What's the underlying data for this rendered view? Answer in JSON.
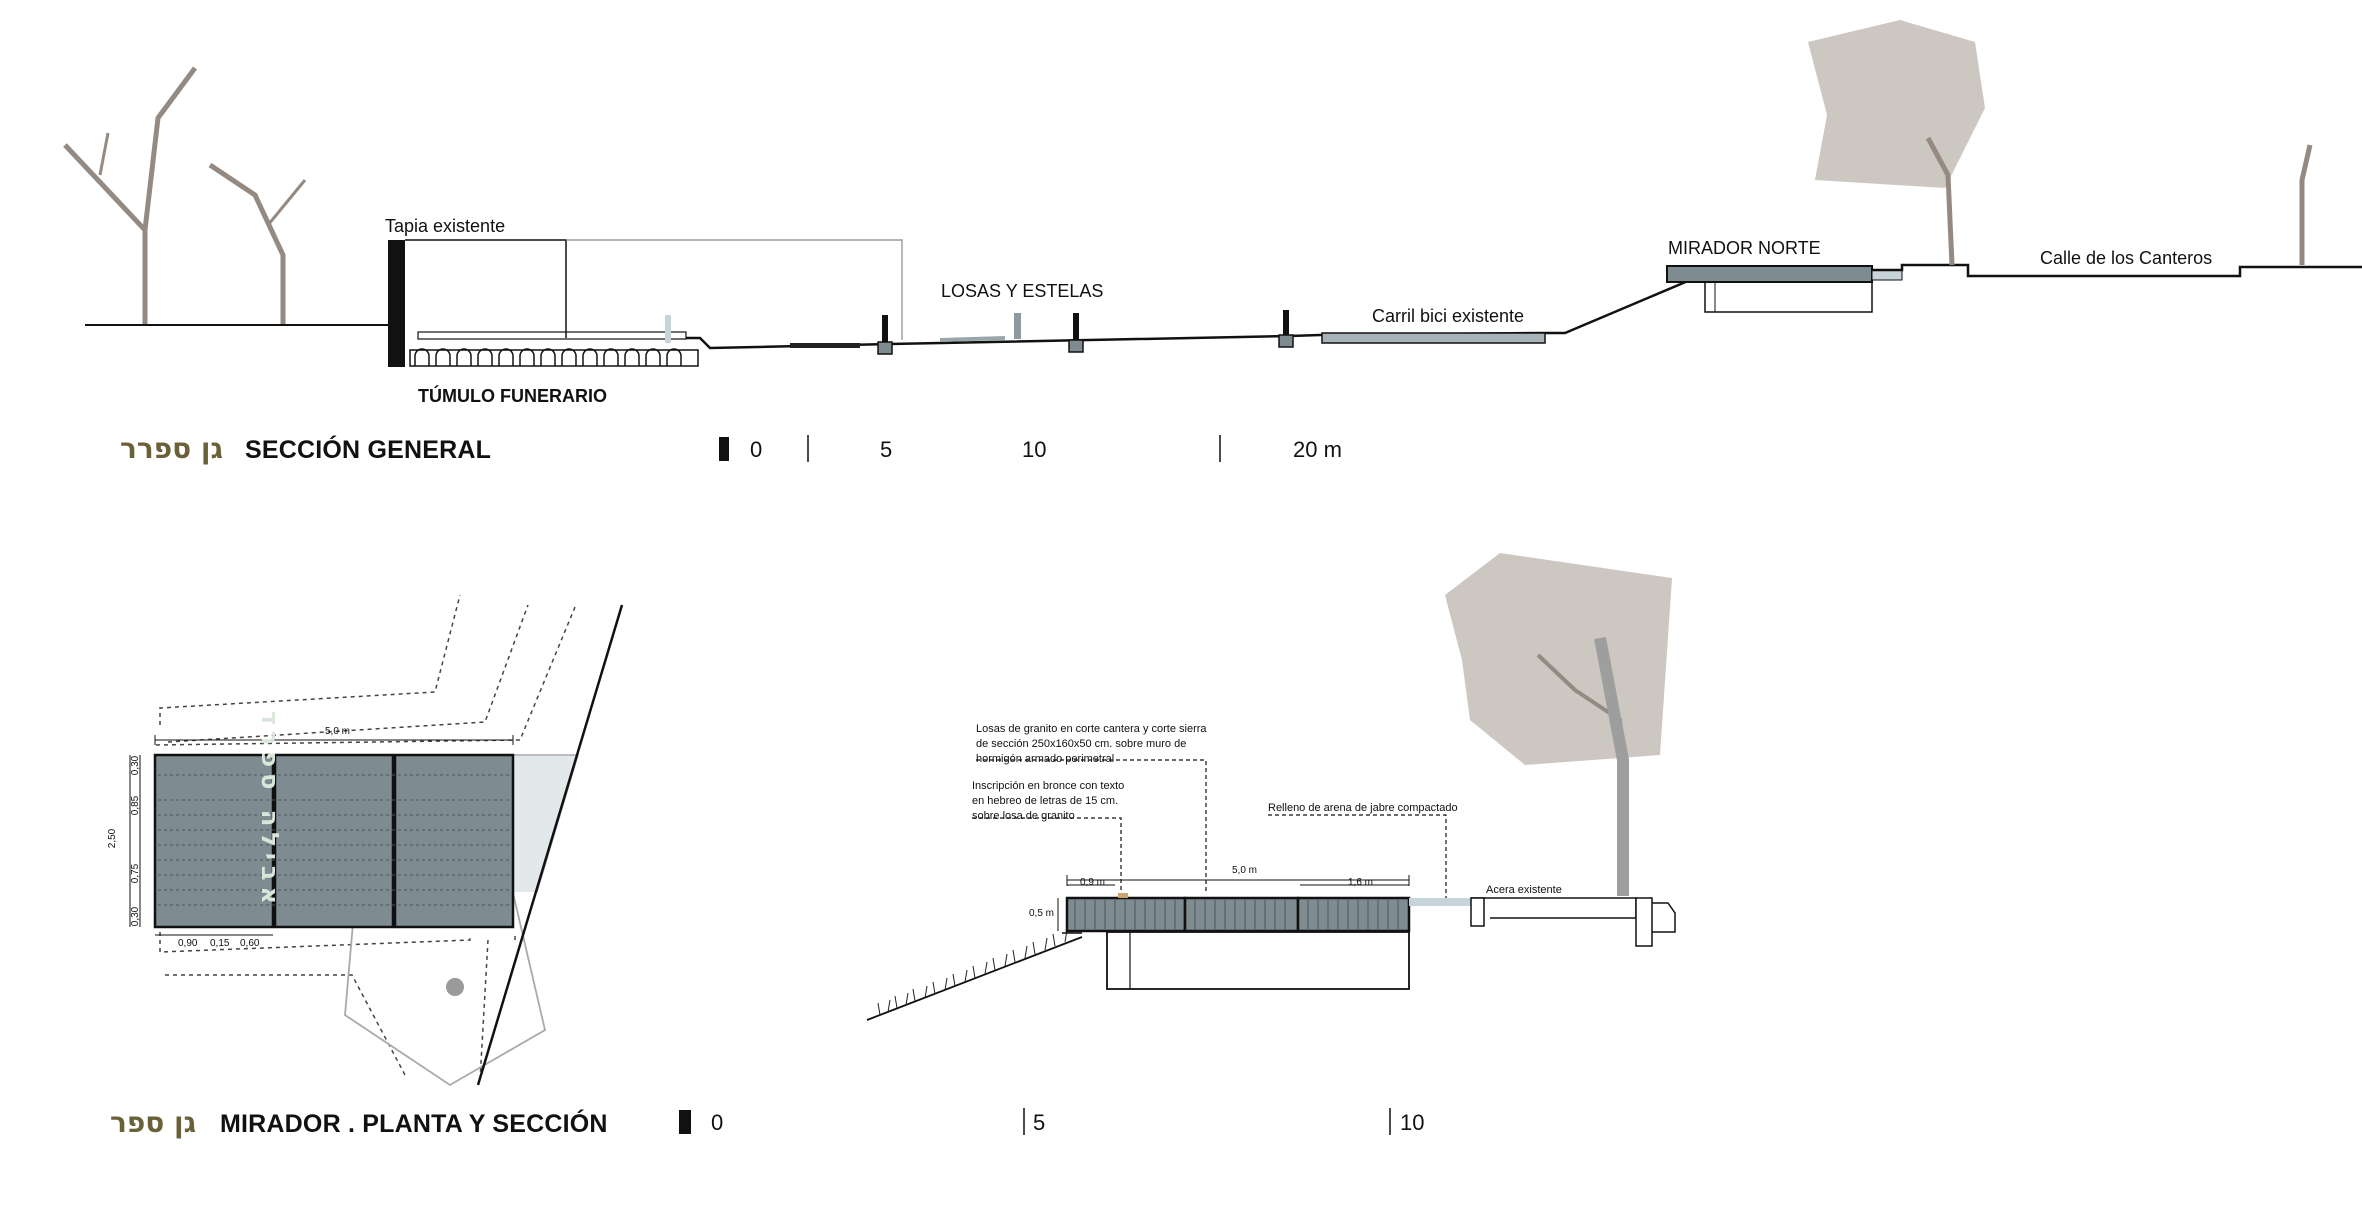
{
  "section_general": {
    "title_hebrew": "גן ספרר",
    "title": "SECCIÓN GENERAL",
    "labels": {
      "tapia": "Tapia existente",
      "tumulo": "TÚMULO FUNERARIO",
      "losas": "LOSAS Y ESTELAS",
      "carril": "Carril bici existente",
      "mirador": "MIRADOR NORTE",
      "calle": "Calle de los Canteros"
    },
    "scale": [
      "0",
      "5",
      "10",
      "20 m"
    ]
  },
  "mirador": {
    "title_hebrew": "גן ספר",
    "title": "MIRADOR . PLANTA Y SECCIÓN",
    "scale": [
      "0",
      "5",
      "10"
    ],
    "plan": {
      "inscription": "אבילה ספרד",
      "dim_top": "5,0 m",
      "dim_left_total": "2,50",
      "dims_left": [
        "0,30",
        "0,85",
        "0,75",
        "0,30"
      ],
      "dims_bottom": [
        "0,90",
        "0,15",
        "0,60"
      ]
    },
    "section": {
      "note_losas": [
        "Losas de granito en corte cantera y corte sierra",
        "de sección 250x160x50 cm. sobre muro de",
        "hormigón armado perimetral"
      ],
      "note_inscripcion": [
        "Inscripción en bronce con texto",
        "en hebreo de letras de 15 cm.",
        "sobre losa de granito"
      ],
      "note_relleno": "Relleno de arena de jabre compactado",
      "acera": "Acera existente",
      "dim_a": "0,9 m",
      "dim_b": "5,0 m",
      "dim_c": "1,6 m",
      "dim_h": "0,5 m"
    }
  },
  "colors": {
    "slab": "#7e8b91",
    "tree_canopy": "#cdc7c1",
    "tree_trunk": "#948a82",
    "hebrew_title": "#6b6138"
  }
}
